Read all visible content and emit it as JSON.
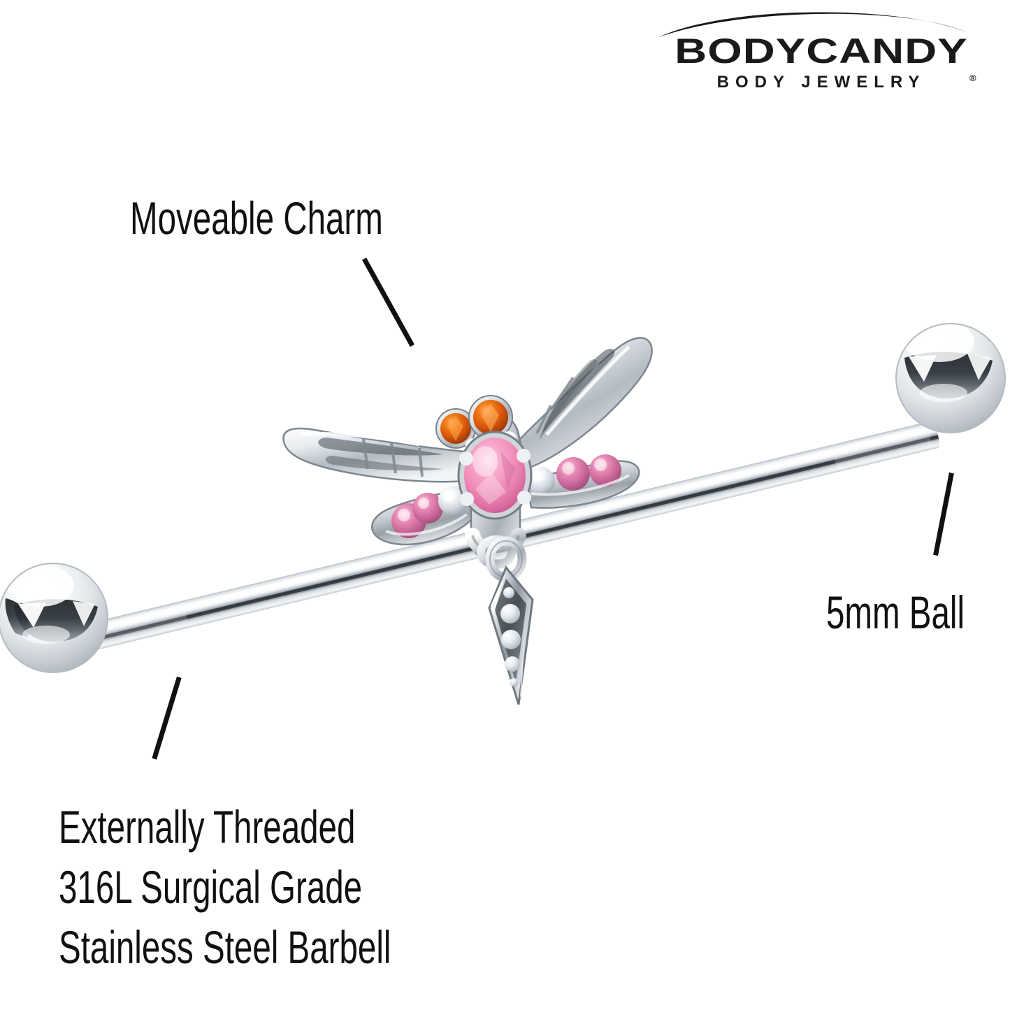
{
  "background_color": "#ffffff",
  "brand": {
    "wordmark": "BODYCANDY",
    "tagline": "BODY JEWELRY",
    "registered_mark": "®",
    "arc_icon": "swoosh-arc-icon",
    "color": "#1a1a1a"
  },
  "callouts": [
    {
      "id": "moveable-charm",
      "text": "Moveable Charm",
      "points_to": "dangle-charm"
    },
    {
      "id": "ball-size",
      "text": "5mm Ball",
      "points_to": "right-ball"
    },
    {
      "id": "material",
      "lines": [
        "Externally Threaded",
        "316L Surgical Grade",
        "Stainless Steel Barbell"
      ],
      "points_to": "barbell-shaft"
    }
  ],
  "product": {
    "type": "industrial-barbell",
    "shaft_material": "316L Surgical Grade Stainless Steel",
    "threading": "Externally Threaded",
    "ball_size": "5mm",
    "charm": {
      "name": "dragonfly-charm",
      "moveable": true,
      "eyes": {
        "count": 2,
        "color": "#E2620E",
        "shape": "round"
      },
      "center_gem": {
        "color": "#EE8FB6",
        "shape": "oval"
      },
      "left_wing_gems": [
        {
          "color": "#D4709C"
        },
        {
          "color": "#E07EA8"
        },
        {
          "color": "#F2F2F4"
        }
      ],
      "right_wing_gems": [
        {
          "color": "#F2F2F4"
        },
        {
          "color": "#C86F9B"
        },
        {
          "color": "#E489B2"
        }
      ],
      "dangle": {
        "name": "kite-dangle-charm",
        "shape": "kite",
        "gems": 4,
        "gem_color": "#EDEDF2"
      }
    },
    "metal_colors": {
      "highlight": "#ffffff",
      "mid": "#d9dde1",
      "shadow": "#7f868d",
      "dark": "#2c3238"
    }
  }
}
